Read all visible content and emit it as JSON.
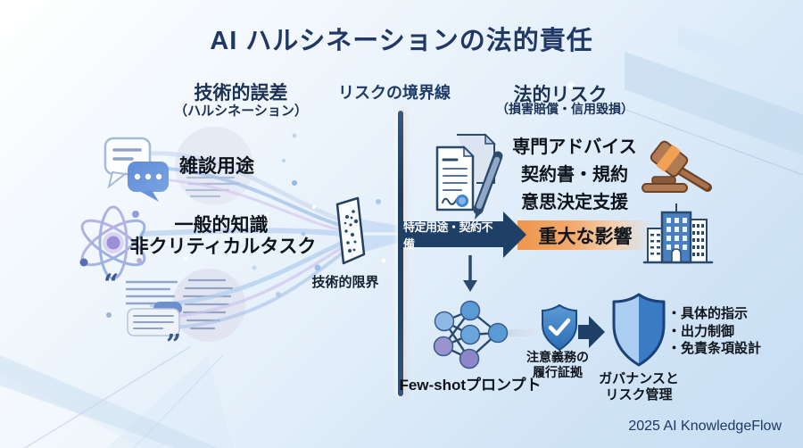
{
  "title": "AI ハルシネーションの法的責任",
  "headers": {
    "technical": {
      "title": "技術的誤差",
      "subtitle": "（ハルシネーション）"
    },
    "boundary": {
      "title": "リスクの境界線"
    },
    "legal": {
      "title": "法的リスク",
      "subtitle": "（損害賠償・信用毀損）"
    }
  },
  "safe_zone": {
    "casual_use": "雑談用途",
    "general_knowledge": "一般的知識",
    "non_critical_tasks": "非クリティカルタスク",
    "technical_limit": "技術的限界"
  },
  "risk_zone": {
    "trigger_arrow": "特定用途・契約不備",
    "impact": "重大な影響",
    "use_cases": [
      "専門アドバイス",
      "契約書・規約",
      "意思決定支援"
    ]
  },
  "mitigation": {
    "few_shot_prompt": "Few-shotプロンプト",
    "duty_evidence": [
      "注意義務の",
      "履行証拠"
    ],
    "governance": [
      "ガバナンスと",
      "リスク管理"
    ],
    "bullets": [
      "・具体的指示",
      "・出力制御",
      "・免責条項設計"
    ]
  },
  "footer": "2025 AI KnowledgeFlow",
  "icons": {
    "chat": "chat-bubbles-icon",
    "atom": "atom-icon",
    "quote": "quote-block-icon",
    "filter": "filter-membrane-icon",
    "contract": "contract-documents-icon",
    "gavel": "gavel-icon",
    "building": "office-building-icon",
    "neural_network": "neural-network-icon",
    "shield_check": "shield-check-icon",
    "shield": "governance-shield-icon"
  },
  "colors": {
    "title_navy": "#1f3864",
    "divider_navy": "#27486e",
    "arrow_navy": "#1e3f66",
    "impact_orange": "#ef9a52",
    "shield_blue": "#3a7cc4",
    "background_light": "#eef5fc",
    "background_blue": "#c9dff2",
    "text_dark": "#10161f"
  }
}
